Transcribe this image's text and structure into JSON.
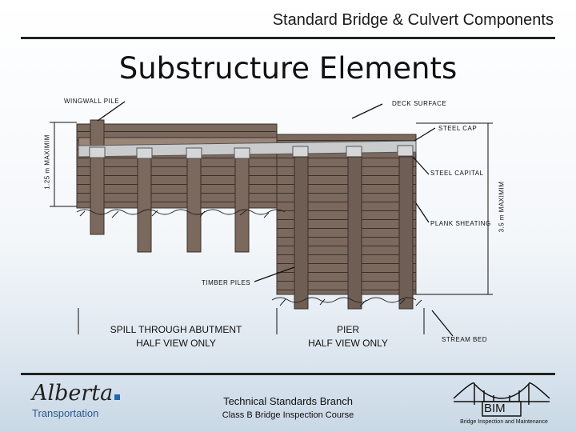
{
  "header": {
    "title": "Standard Bridge & Culvert Components"
  },
  "slide": {
    "title": "Substructure Elements"
  },
  "diagram": {
    "labels": {
      "wingwall_pile": "WINGWALL PILE",
      "deck_surface": "DECK SURFACE",
      "steel_cap": "STEEL CAP",
      "steel_capital": "STEEL CAPITAL",
      "plank_sheating": "PLANK SHEATING",
      "timber_piles": "TIMBER PILES",
      "stream_bed": "STREAM BED",
      "dim_left": "1.25 m MAXIMIM",
      "dim_right": "3.5 m MAXIMIM"
    },
    "captions": {
      "abutment_line1": "SPILL THROUGH ABUTMENT",
      "abutment_line2": "HALF VIEW ONLY",
      "pier_line1": "PIER",
      "pier_line2": "HALF VIEW ONLY"
    },
    "colors": {
      "timber": "#7b695e",
      "timber_dark": "#5f4f46",
      "steel": "#c9cbcc"
    }
  },
  "footer": {
    "logo_name": "Alberta",
    "logo_sub": "Transportation",
    "branch": "Technical Standards Branch",
    "course": "Class B Bridge Inspection Course",
    "bim_logo": "BIM",
    "bim_sub": "Bridge Inspection and Maintenance"
  }
}
